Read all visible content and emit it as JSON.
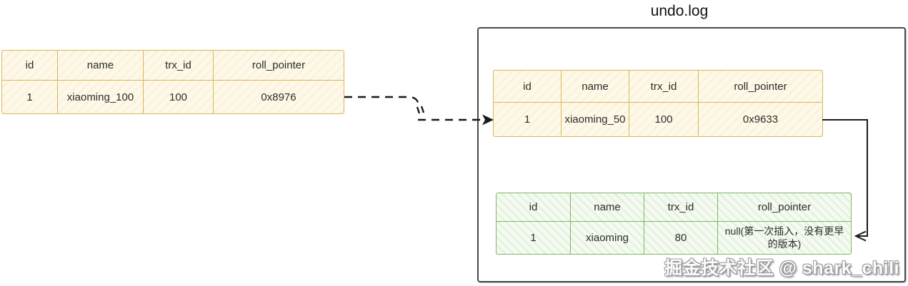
{
  "title": "undo.log",
  "watermark": "掘金技术社区 @ shark_chili",
  "colors": {
    "table_yellow_border": "#d9b75a",
    "table_green_border": "#7fb569",
    "box_border": "#4b4b4b",
    "arrow": "#1a1a1a"
  },
  "tables": {
    "current_record": {
      "headers": [
        "id",
        "name",
        "trx_id",
        "roll_pointer"
      ],
      "row": [
        "1",
        "xiaoming_100",
        "100",
        "0x8976"
      ]
    },
    "undo_version_1": {
      "headers": [
        "id",
        "name",
        "trx_id",
        "roll_pointer"
      ],
      "row": [
        "1",
        "xiaoming_50",
        "100",
        "0x9633"
      ]
    },
    "undo_version_0": {
      "headers": [
        "id",
        "name",
        "trx_id",
        "roll_pointer"
      ],
      "row": [
        "1",
        "xiaoming",
        "80",
        "null(第一次插入，没有更早的版本)"
      ]
    }
  }
}
